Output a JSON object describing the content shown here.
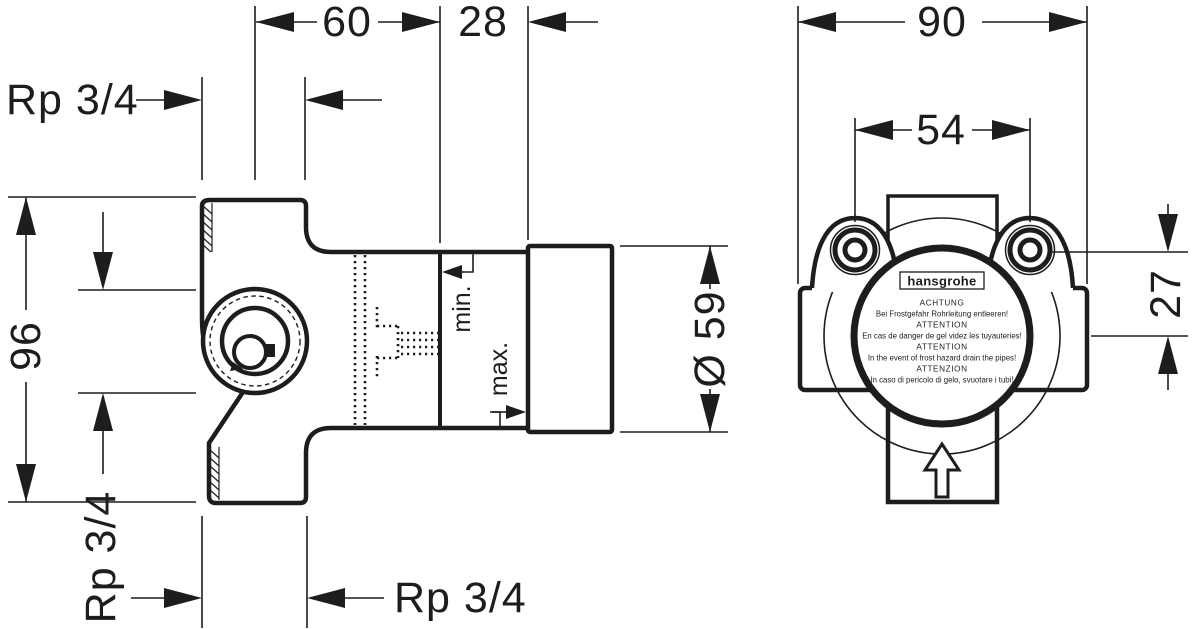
{
  "colors": {
    "ink": "#1d1d1b",
    "background": "#ffffff"
  },
  "left_view": {
    "dim_top_depth": "60",
    "dim_adjustment_range": "28",
    "thread_top_port": "Rp 3/4",
    "dim_overall_height": "96",
    "thread_side_port": "Rp 3/4",
    "thread_bottom_port": "Rp 3/4",
    "label_min": "min.",
    "label_max": "max.",
    "dim_sleeve_diameter": "Ø 59"
  },
  "front_view": {
    "dim_overall_width": "90",
    "dim_screw_spacing": "54",
    "dim_axis_offset": "27",
    "brand_label": "hansgrohe",
    "warning_lines": [
      "ACHTUNG",
      "Bei Frostgefahr Rohrleitung entleeren!",
      "ATTENTION",
      "En cas de danger de gel videz les tuyauteries!",
      "ATTENTION",
      "In the event of frost hazard drain the pipes!",
      "ATTENZION",
      "In caso di pericolo di gelo, svuotare i tubi!"
    ]
  }
}
